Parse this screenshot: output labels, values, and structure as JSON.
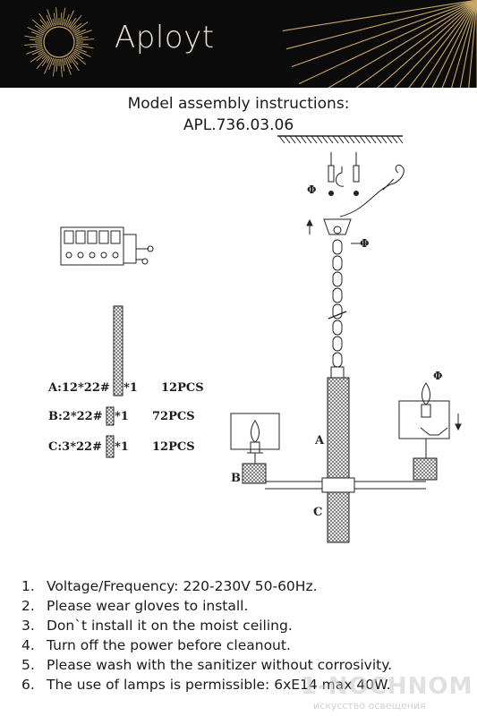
{
  "header": {
    "brand": "Aployt",
    "colors": {
      "background": "#0b0b0b",
      "rays": "#c9a86a",
      "brand_text": "#e9e1cf"
    }
  },
  "document": {
    "title_line1": "Model assembly instructions:",
    "title_line2": "APL.736.03.06"
  },
  "parts_list": [
    {
      "code": "A:12*22#",
      "mult": "*1",
      "qty": "12PCS"
    },
    {
      "code": "B:2*22#",
      "mult": "*1",
      "qty": "72PCS"
    },
    {
      "code": "C:3*22#",
      "mult": "*1",
      "qty": "12PCS"
    }
  ],
  "diagram_labels": {
    "a": "A",
    "b": "B",
    "c": "C",
    "phi1": "Φ",
    "phi2": "Φ",
    "phi3": "Φ"
  },
  "notes": [
    {
      "num": "1.",
      "text": "Voltage/Frequency: 220-230V 50-60Hz."
    },
    {
      "num": "2.",
      "text": "Please wear gloves to install."
    },
    {
      "num": "3.",
      "text": "Don`t install it on the moist ceiling."
    },
    {
      "num": "4.",
      "text": "Turn off the power before cleanout."
    },
    {
      "num": "5.",
      "text": "Please wash with the sanitizer without corrosivity."
    },
    {
      "num": "6.",
      "text": "The use of lamps is permissible: 6xE14 max 40W."
    }
  ],
  "watermark": {
    "main": "1-NOCHNOM",
    "sub": "искусство освещения"
  }
}
